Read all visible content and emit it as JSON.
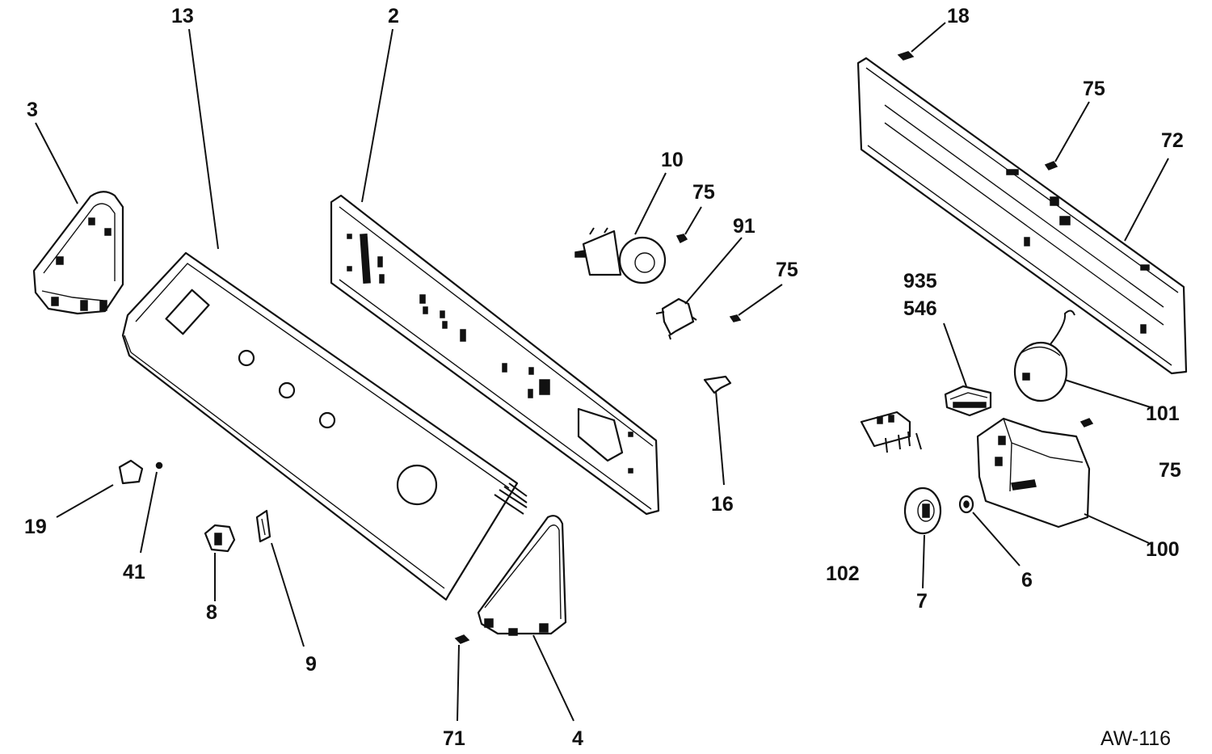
{
  "diagram": {
    "drawing_code": "AW-116",
    "callouts": {
      "c13": "13",
      "c2": "2",
      "c3": "3",
      "c10": "10",
      "c75a": "75",
      "c91": "91",
      "c75b": "75",
      "c18": "18",
      "c75c": "75",
      "c72": "72",
      "c935": "935",
      "c546": "546",
      "c101": "101",
      "c16": "16",
      "c75d": "75",
      "c100": "100",
      "c19": "19",
      "c41": "41",
      "c8": "8",
      "c9": "9",
      "c71": "71",
      "c4": "4",
      "c102": "102",
      "c7": "7",
      "c6": "6"
    }
  }
}
